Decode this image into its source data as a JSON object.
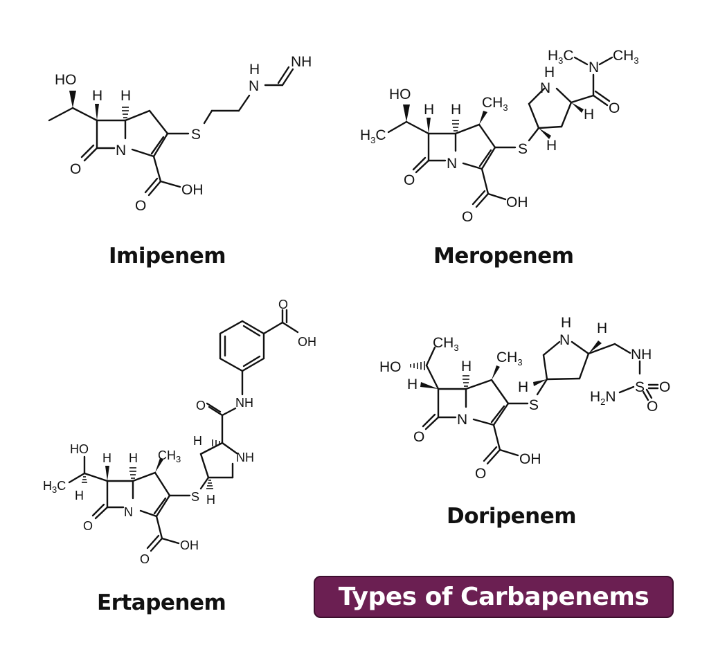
{
  "figure": {
    "title": "Types of Carbapenems",
    "compounds": [
      {
        "name": "Imipenem",
        "atoms": {
          "ho": "HO",
          "h1": "H",
          "h2": "H",
          "n": "N",
          "o": "O",
          "s": "S",
          "oh": "OH",
          "o2": "O",
          "nh_h": "H",
          "nh_n": "N",
          "nh2": "NH"
        }
      },
      {
        "name": "Meropenem",
        "atoms": {
          "ho": "HO",
          "h3c": "H",
          "h1": "H",
          "h2": "H",
          "ch3": "CH",
          "n": "N",
          "o": "O",
          "s": "S",
          "oh": "OH",
          "o2": "O",
          "pyr_h": "H",
          "pyr_n": "N",
          "h4": "H",
          "h5": "H",
          "o3": "O",
          "nme_n": "N",
          "me1": "H",
          "me2": "CH",
          "c": "C"
        }
      },
      {
        "name": "Ertapenem",
        "atoms": {
          "ho": "HO",
          "h3c": "H",
          "h_lo": "H",
          "h1": "H",
          "h2": "H",
          "ch3": "CH",
          "n": "N",
          "o": "O",
          "s": "S",
          "oh": "OH",
          "o2": "O",
          "h_s": "H",
          "nh_ring": "NH",
          "h_pyr": "H",
          "o_amide": "O",
          "nh_amide": "NH",
          "o_acid": "O",
          "oh_acid": "OH",
          "c": "C"
        }
      },
      {
        "name": "Doripenem",
        "atoms": {
          "ho": "HO",
          "ch3_top": "CH",
          "h_wedge": "H",
          "h1": "H",
          "ch3": "CH",
          "n": "N",
          "o": "O",
          "s": "S",
          "oh": "OH",
          "o2": "O",
          "h_s": "H",
          "pyr_h": "H",
          "pyr_n": "N",
          "h_top": "H",
          "nh": "NH",
          "so2_s": "S",
          "so2_o1": "O",
          "so2_o2": "O",
          "h2n": "H",
          "h2n_n": "N"
        }
      }
    ]
  },
  "colors": {
    "banner_bg": "#6b1f52",
    "banner_text": "#ffffff",
    "ink": "#111111"
  }
}
